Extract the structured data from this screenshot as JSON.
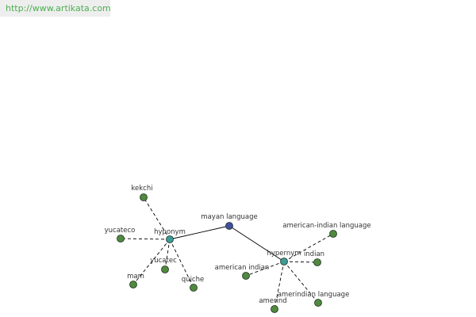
{
  "source": {
    "url_text": "http://www.artikata.com"
  },
  "colors": {
    "background": "#ffffff",
    "banner_background": "#eeeeee",
    "link_text": "#4caf50",
    "label_text": "#333333",
    "edge": "#000000",
    "center_node": "#3f4f9f",
    "relation_node": "#3d9b97",
    "word_node": "#4f8a3f",
    "node_outline": "#1e2e1e"
  },
  "graph": {
    "center": {
      "id": "mayan-language",
      "label": "mayan language",
      "kind": "center"
    },
    "relations": [
      {
        "id": "hyponym",
        "label": "hyponym",
        "kind": "relation",
        "words": [
          {
            "id": "kekchi",
            "label": "kekchi"
          },
          {
            "id": "yucateco",
            "label": "yucateco"
          },
          {
            "id": "yucatec",
            "label": "yucatec"
          },
          {
            "id": "mam",
            "label": "mam"
          },
          {
            "id": "quiche",
            "label": "quiche"
          }
        ]
      },
      {
        "id": "hypernym",
        "label": "hypernym",
        "kind": "relation",
        "words": [
          {
            "id": "american-indian-language",
            "label": "american-indian language"
          },
          {
            "id": "indian",
            "label": "indian"
          },
          {
            "id": "american-indian",
            "label": "american indian"
          },
          {
            "id": "amerind",
            "label": "amerind"
          },
          {
            "id": "amerindian-language",
            "label": "amerindian language"
          }
        ]
      }
    ]
  }
}
